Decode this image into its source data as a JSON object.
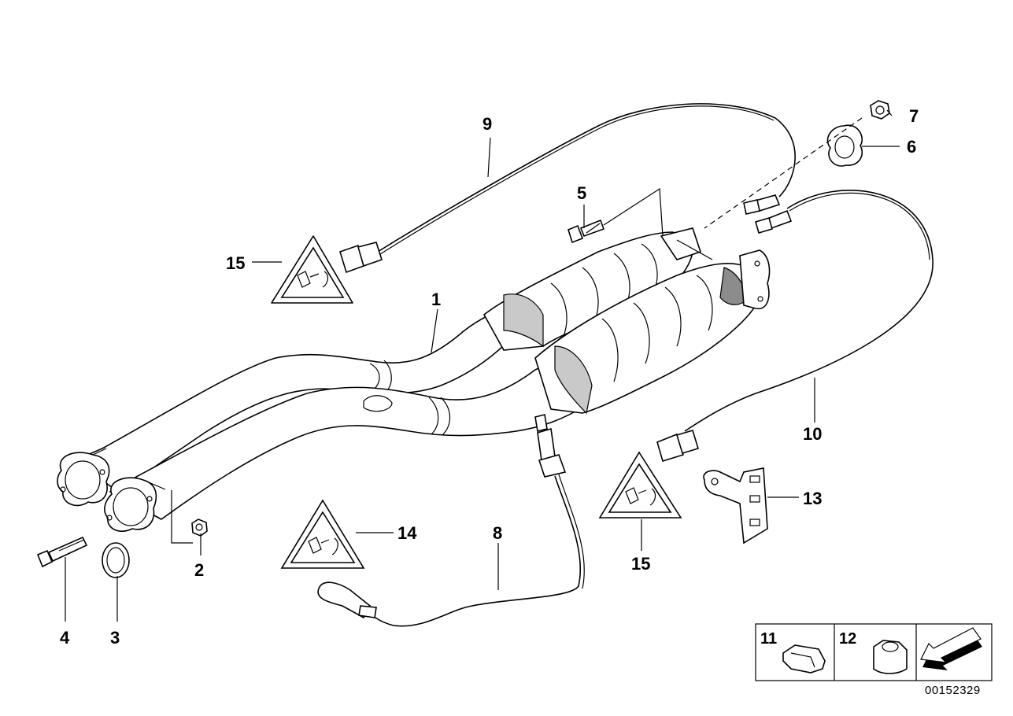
{
  "diagram": {
    "id": "00152329",
    "callouts": {
      "c1": "1",
      "c2": "2",
      "c3": "3",
      "c4": "4",
      "c5": "5",
      "c6": "6",
      "c7": "7",
      "c8": "8",
      "c9": "9",
      "c10": "10",
      "c13": "13",
      "c14": "14",
      "c15a": "15",
      "c15b": "15"
    },
    "inset": {
      "item_11": "11",
      "item_12": "12"
    }
  }
}
